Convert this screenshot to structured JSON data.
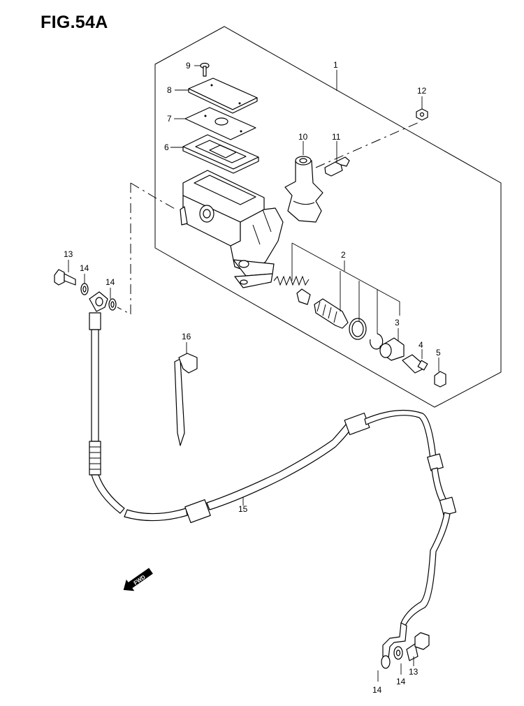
{
  "figure": {
    "title": "FIG.54A"
  },
  "callouts": [
    {
      "id": "c1",
      "text": "1"
    },
    {
      "id": "c2",
      "text": "2"
    },
    {
      "id": "c3",
      "text": "3"
    },
    {
      "id": "c4",
      "text": "4"
    },
    {
      "id": "c5",
      "text": "5"
    },
    {
      "id": "c6",
      "text": "6"
    },
    {
      "id": "c7",
      "text": "7"
    },
    {
      "id": "c8",
      "text": "8"
    },
    {
      "id": "c9",
      "text": "9"
    },
    {
      "id": "c10",
      "text": "10"
    },
    {
      "id": "c11",
      "text": "11"
    },
    {
      "id": "c12",
      "text": "12"
    },
    {
      "id": "c13a",
      "text": "13"
    },
    {
      "id": "c14a",
      "text": "14"
    },
    {
      "id": "c14b",
      "text": "14"
    },
    {
      "id": "c15",
      "text": "15"
    },
    {
      "id": "c16",
      "text": "16"
    },
    {
      "id": "c14c",
      "text": "14"
    },
    {
      "id": "c14d",
      "text": "14"
    },
    {
      "id": "c13b",
      "text": "13"
    }
  ],
  "direction_marker": {
    "text": "FWD",
    "icon": "arrow-icon"
  }
}
